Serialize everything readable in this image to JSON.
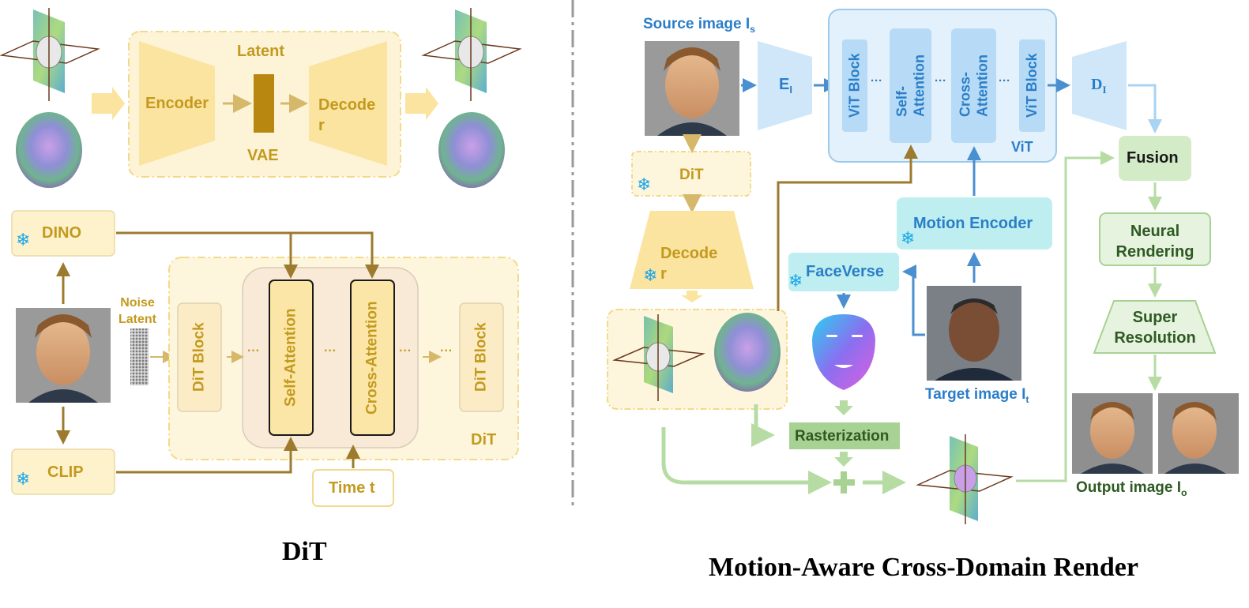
{
  "left": {
    "vae": {
      "latent": "Latent",
      "encoder": "Encoder",
      "decoder": "Decode\nr",
      "vae": "VAE"
    },
    "dino": "DINO",
    "clip": "CLIP",
    "noise_latent": "Noise\nLatent",
    "dit_block": "DiT Block",
    "self_attention": "Self-Attention",
    "cross_attention": "Cross-Attention",
    "dots": "···",
    "dit_label": "DiT",
    "time": "Time t",
    "title": "DiT"
  },
  "right": {
    "source_image": "Source image I",
    "source_sub": "s",
    "encoder_main": "E",
    "encoder_sub": "I",
    "vit_block": "ViT Block",
    "self_attention": "Self-\nAttention",
    "cross_attention": "Cross-\nAttention",
    "dots": "···",
    "vit_label": "ViT",
    "decoder_main": "D",
    "decoder_sub": "I",
    "dit": "DiT",
    "decoder": "Decode\nr",
    "motion_encoder": "Motion Encoder",
    "faceverse": "FaceVerse",
    "target_image": "Target image I",
    "target_sub": "t",
    "rasterization": "Rasterization",
    "fusion": "Fusion",
    "neural_rendering": "Neural\nRendering",
    "super_resolution": "Super\nResolution",
    "output_image": "Output image I",
    "output_sub": "o",
    "title": "Motion-Aware Cross-Domain Render"
  },
  "colors": {
    "gold_fill": "#fbe6a8",
    "pale_panel": "#fef6dc",
    "arrow_gold": "#d6b86a",
    "arrow_brown": "#9c7a2e",
    "blue_fill": "#cfe7f8",
    "blue_arrow": "#4a8fd0",
    "teal_fill": "#bfeef0",
    "green_fill": "#d9ecd0",
    "green_arrow": "#b6dca4"
  }
}
